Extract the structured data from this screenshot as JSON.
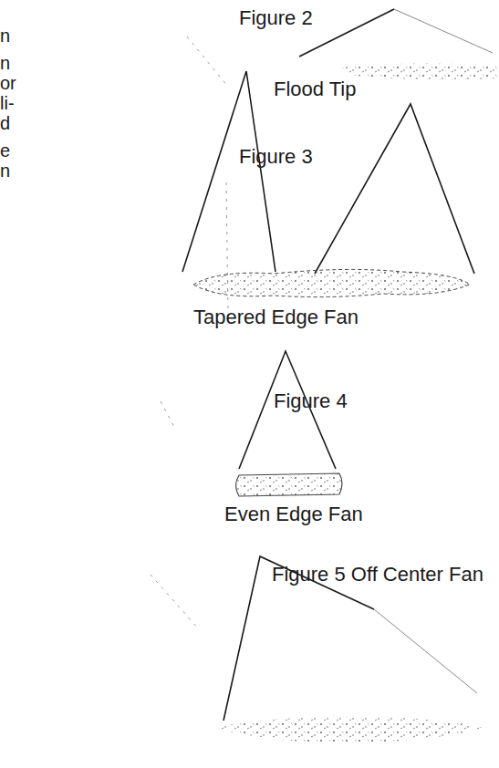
{
  "diagram": {
    "labels": [
      "n",
      "n",
      "or",
      "li-",
      "d",
      "e",
      "n",
      "Figure 2",
      "Flood Tip",
      "Figure 3",
      "Tapered Edge Fan",
      "Figure 4",
      "Even Edge Fan",
      "Figure 5 Off Center Fan"
    ]
  }
}
